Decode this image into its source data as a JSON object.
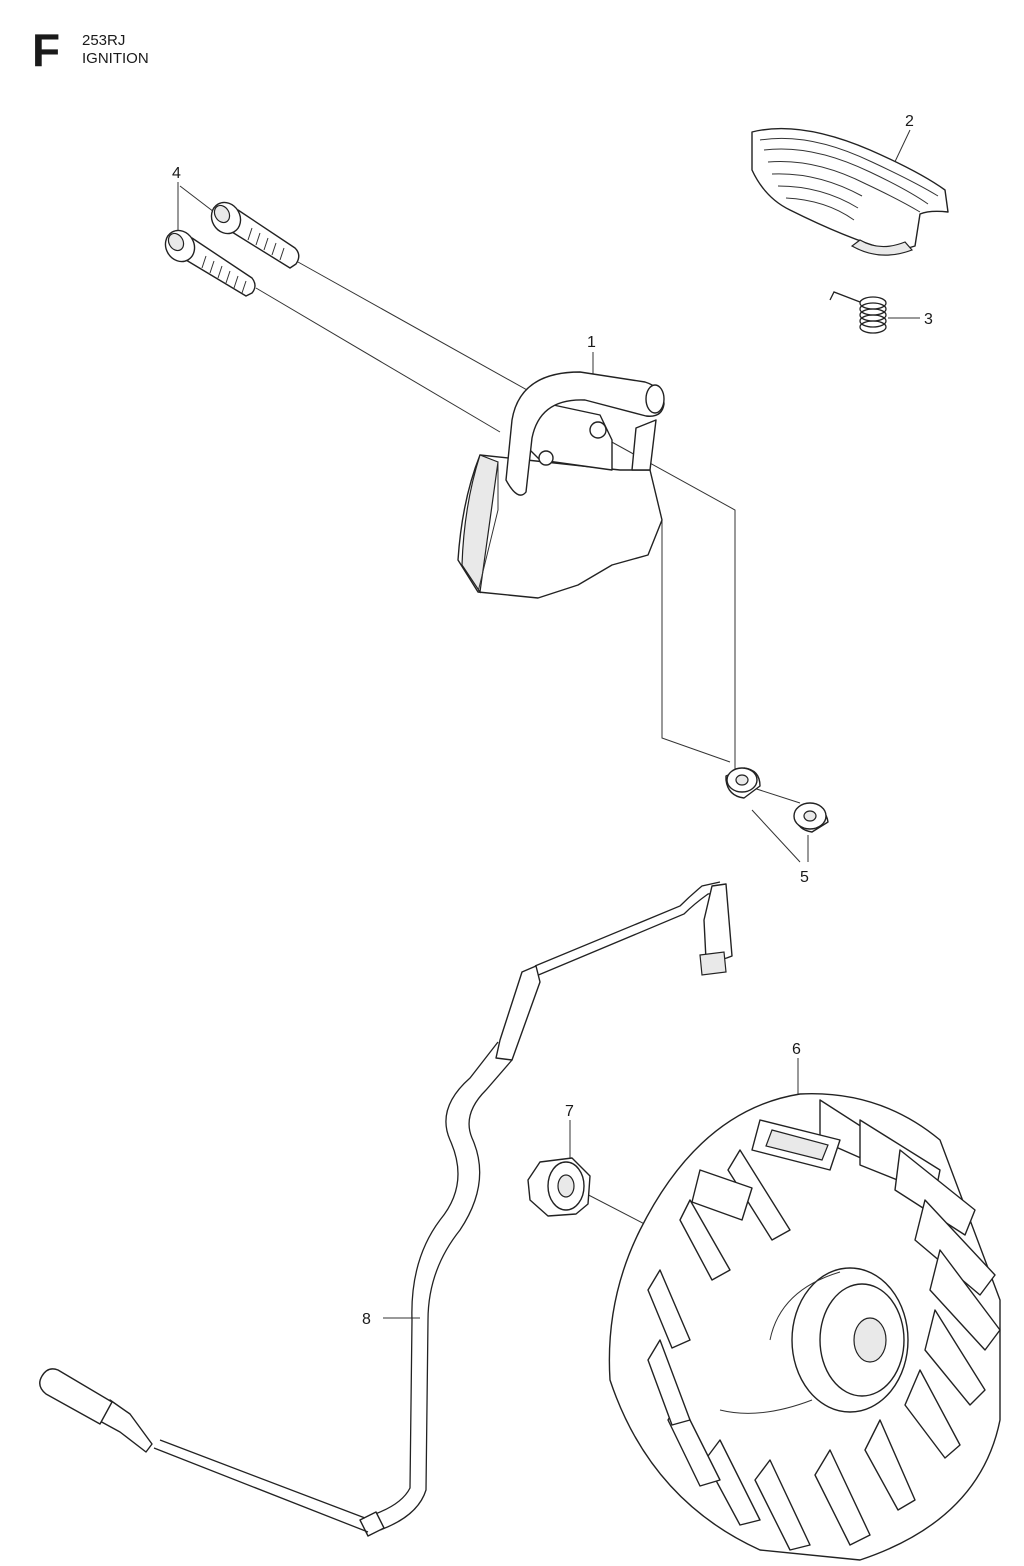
{
  "header": {
    "section_letter": "F",
    "model": "253RJ",
    "title": "IGNITION"
  },
  "callouts": [
    "1",
    "2",
    "3",
    "4",
    "5",
    "6",
    "7",
    "8"
  ]
}
